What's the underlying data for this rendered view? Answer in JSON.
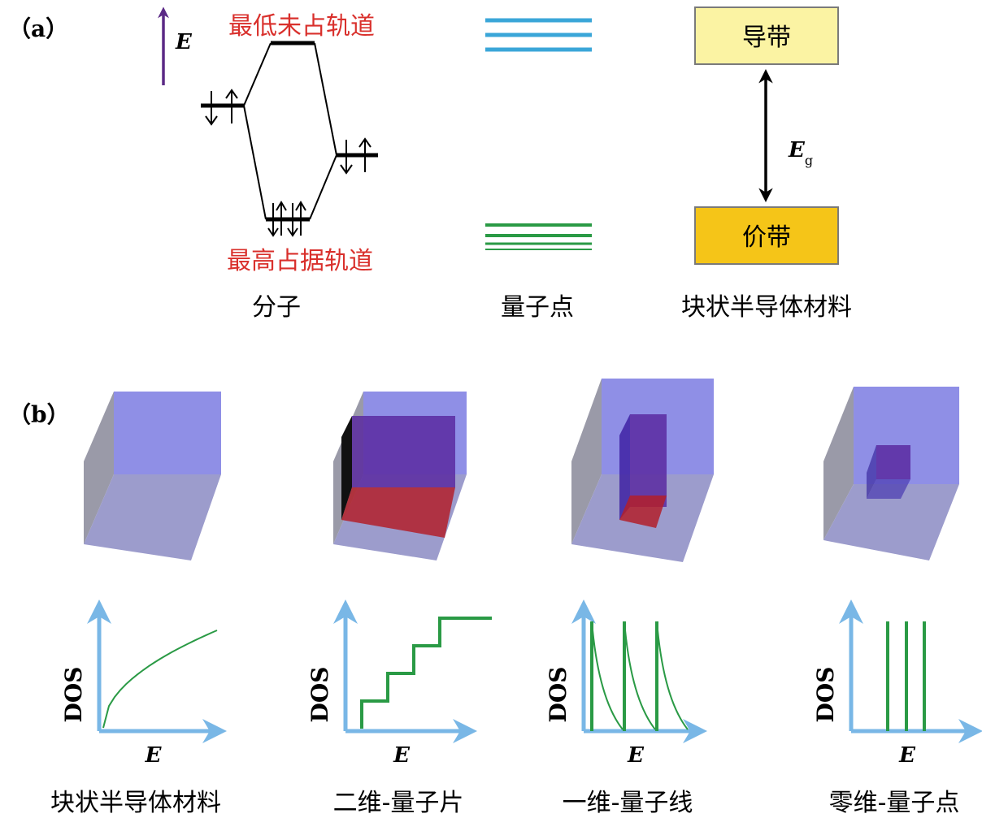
{
  "panel_a": {
    "label": "（a）",
    "energy_axis_label": "E",
    "lumo_label": "最低未占轨道",
    "homo_label": "最高占据轨道",
    "molecule_caption": "分子",
    "qdot_caption": "量子点",
    "bulk_caption": "块状半导体材料",
    "conduction_band_label": "导带",
    "valence_band_label": "价带",
    "gap_label_main": "E",
    "gap_label_sub": "g",
    "colors": {
      "label_red": "#d9302c",
      "energy_arrow": "#5b2a86",
      "qdot_upper": "#3aa6d8",
      "qdot_lower": "#2a9a45",
      "conduction_band": "#fbf3a3",
      "valence_band": "#f5c518"
    }
  },
  "panel_b": {
    "label": "（b）",
    "items": [
      {
        "caption": "块状半导体材料",
        "y_axis": "DOS",
        "x_axis": "E",
        "dos_shape": "sqrt-curve"
      },
      {
        "caption": "二维-量子片",
        "y_axis": "DOS",
        "x_axis": "E",
        "dos_shape": "staircase"
      },
      {
        "caption": "一维-量子线",
        "y_axis": "DOS",
        "x_axis": "E",
        "dos_shape": "decaying-spikes"
      },
      {
        "caption": "零维-量子点",
        "y_axis": "DOS",
        "x_axis": "E",
        "dos_shape": "delta-lines"
      }
    ],
    "colors": {
      "cube": "#8f8fe6",
      "inner_purple": "#5a2aa0",
      "inner_red": "#b3202a",
      "axis": "#79b7e6",
      "dos_curve": "#2a9a45"
    }
  }
}
